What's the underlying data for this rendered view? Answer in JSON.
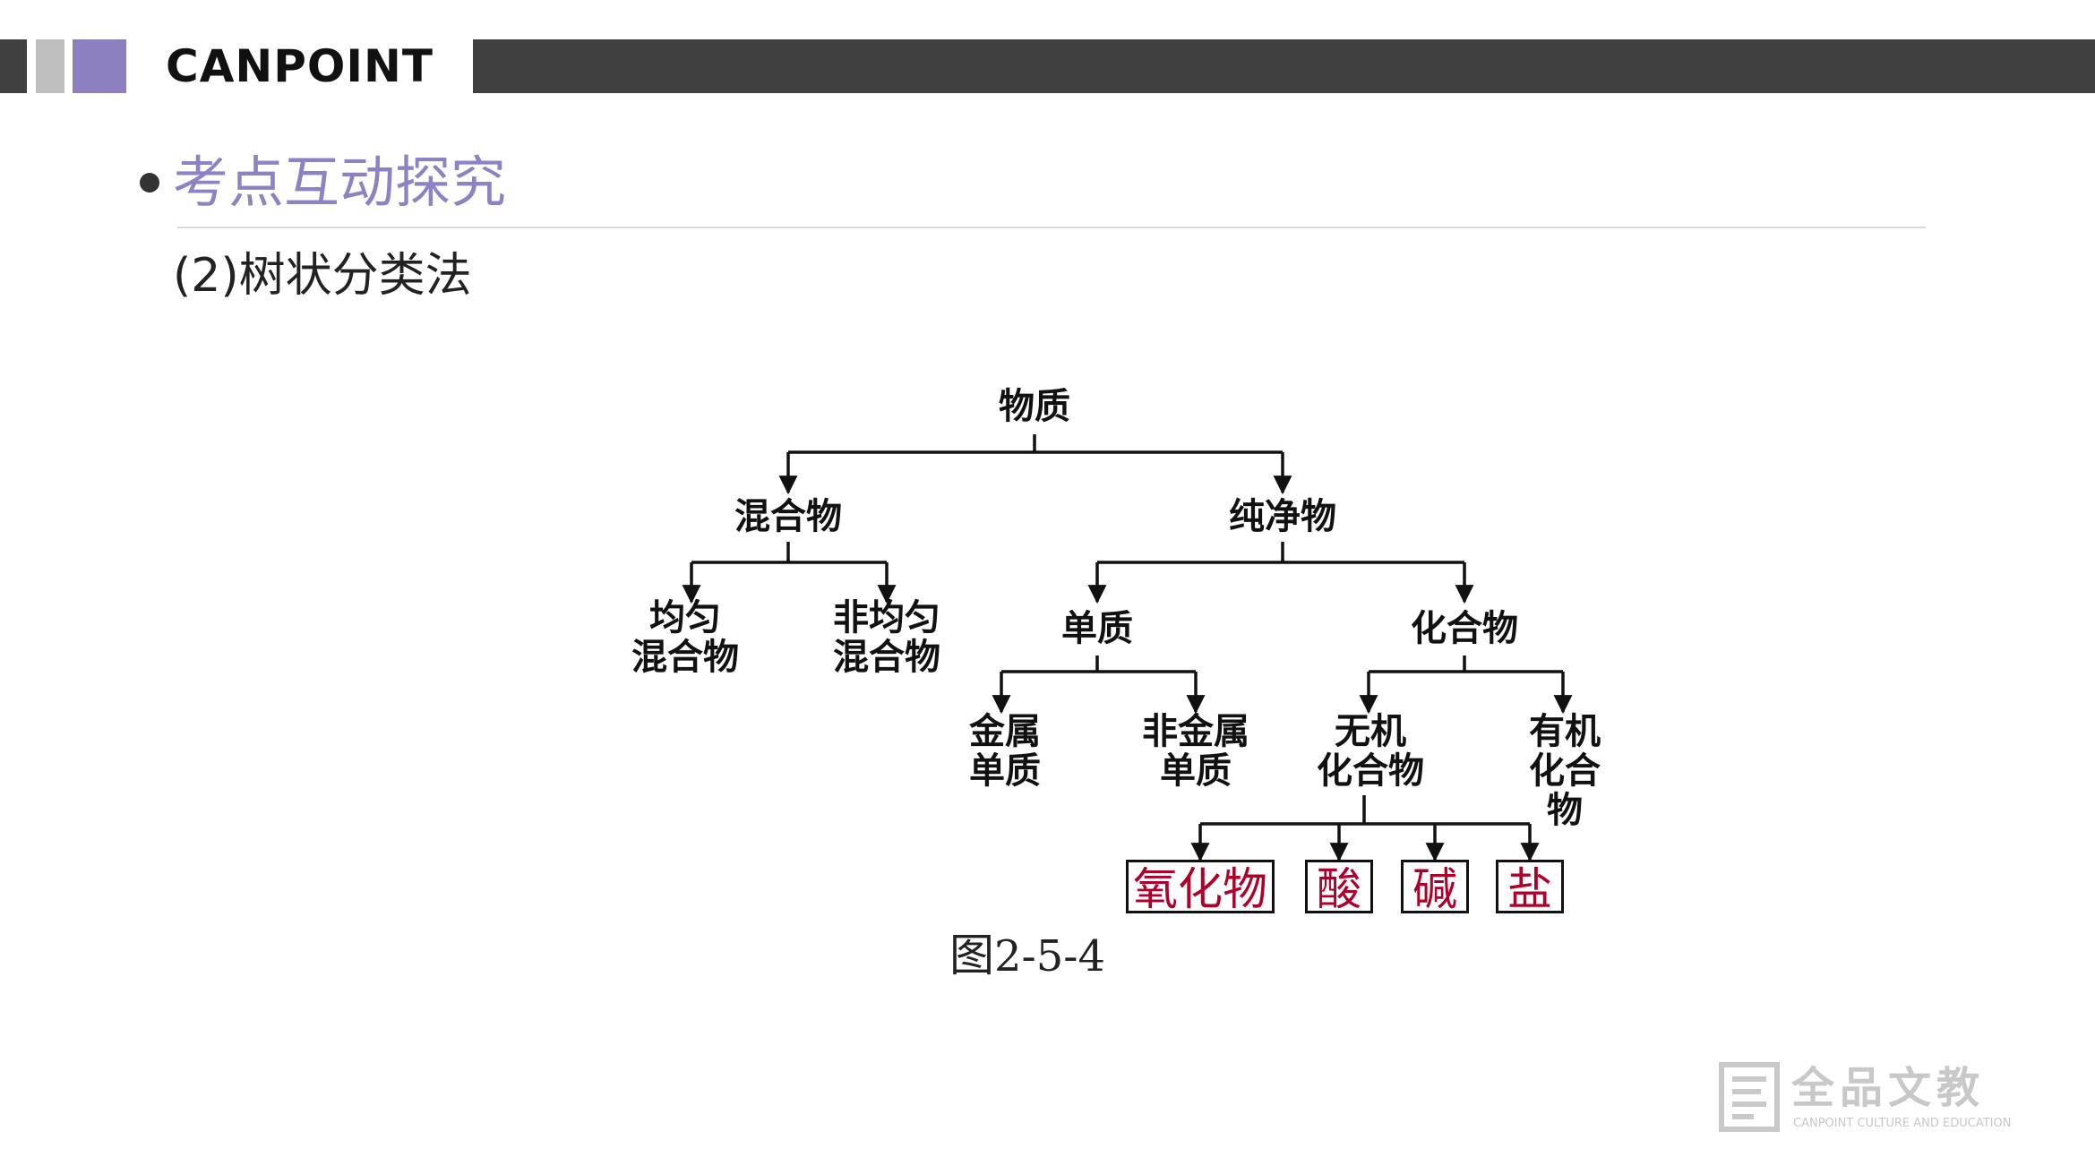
{
  "header": {
    "brand": "CANPOINT",
    "colors": {
      "dark": "#404040",
      "gray": "#bfbfbf",
      "accent": "#8d7fc0"
    }
  },
  "section": {
    "title": "考点互动探究",
    "subtitle": "(2)树状分类法"
  },
  "diagram": {
    "root": "物质",
    "mixture": "混合物",
    "pure": "纯净物",
    "homogeneous": "均匀\n混合物",
    "heterogeneous": "非均匀\n混合物",
    "element": "单质",
    "compound": "化合物",
    "metal": "金属\n单质",
    "nonmetal": "非金属\n单质",
    "inorganic": "无机\n化合物",
    "organic": "有机\n化合物",
    "oxide": "氧化物",
    "acid": "酸",
    "base": "碱",
    "salt": "盐",
    "highlight_color": "#b0002a"
  },
  "caption": {
    "prefix": "图",
    "number": "2-5-4"
  },
  "watermark": {
    "icon": "canpoint-logo-icon",
    "text": "全品文教",
    "subtext": "CANPOINT CULTURE AND EDUCATION"
  }
}
